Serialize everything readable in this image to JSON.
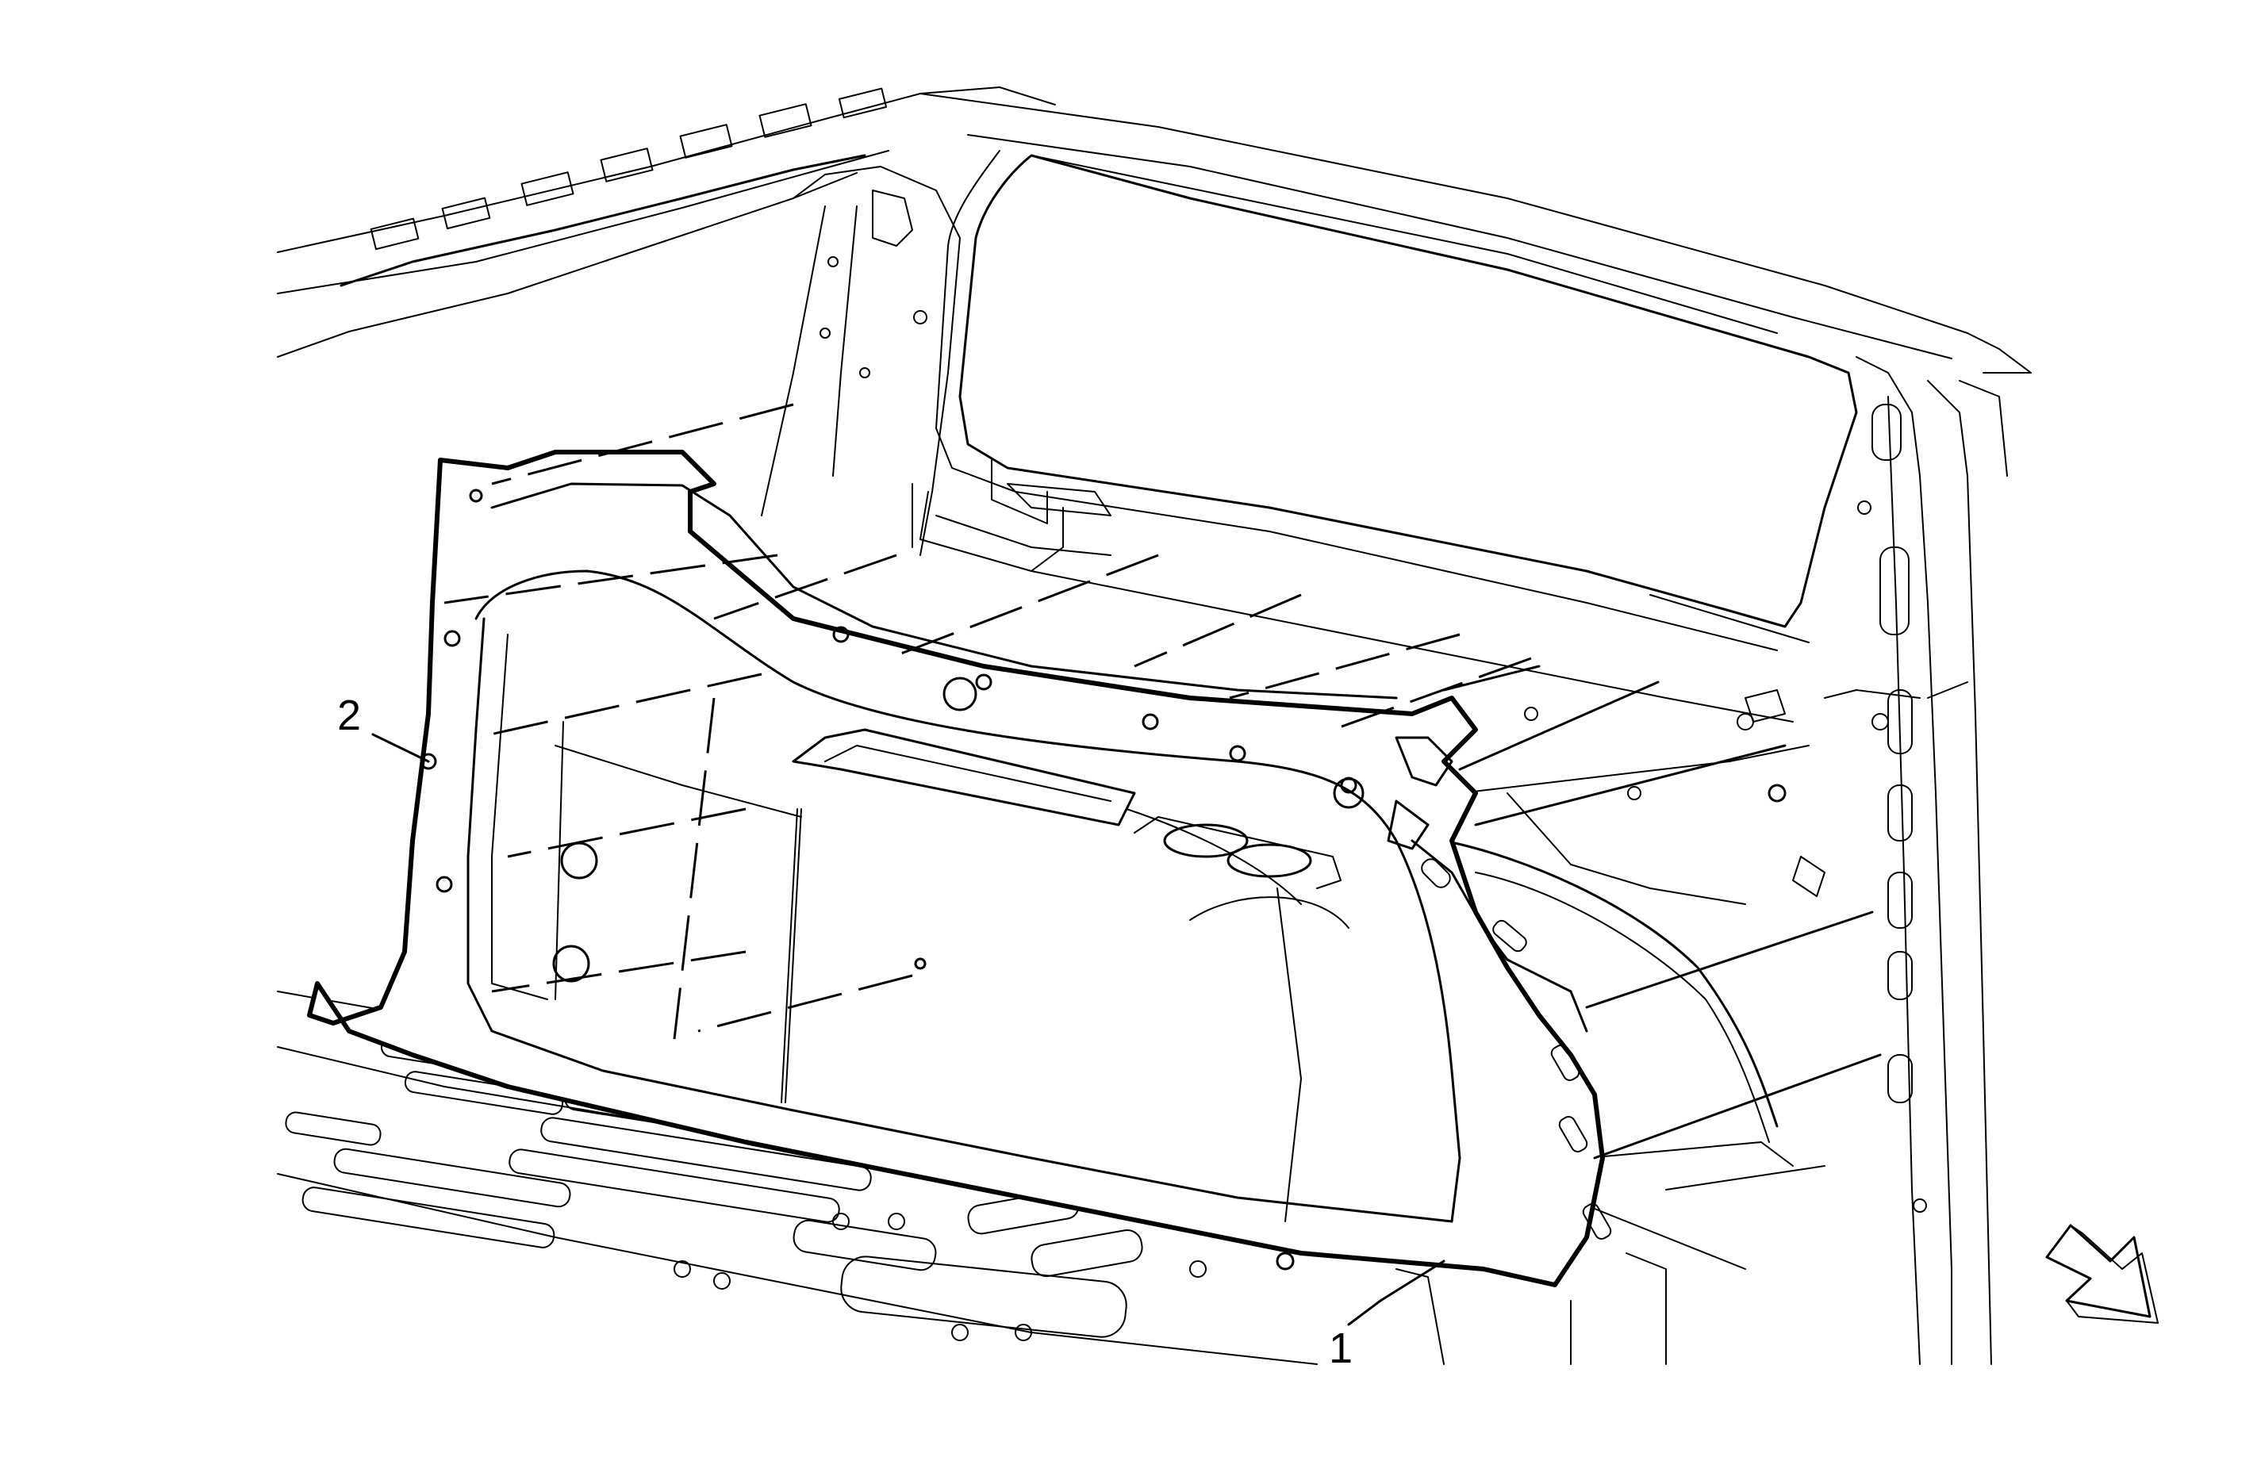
{
  "callouts": [
    {
      "id": "1",
      "label": "1"
    },
    {
      "id": "2",
      "label": "2"
    }
  ],
  "direction_icon": "front-direction-arrow-icon",
  "colors": {
    "line": "#000000",
    "background": "#ffffff"
  }
}
